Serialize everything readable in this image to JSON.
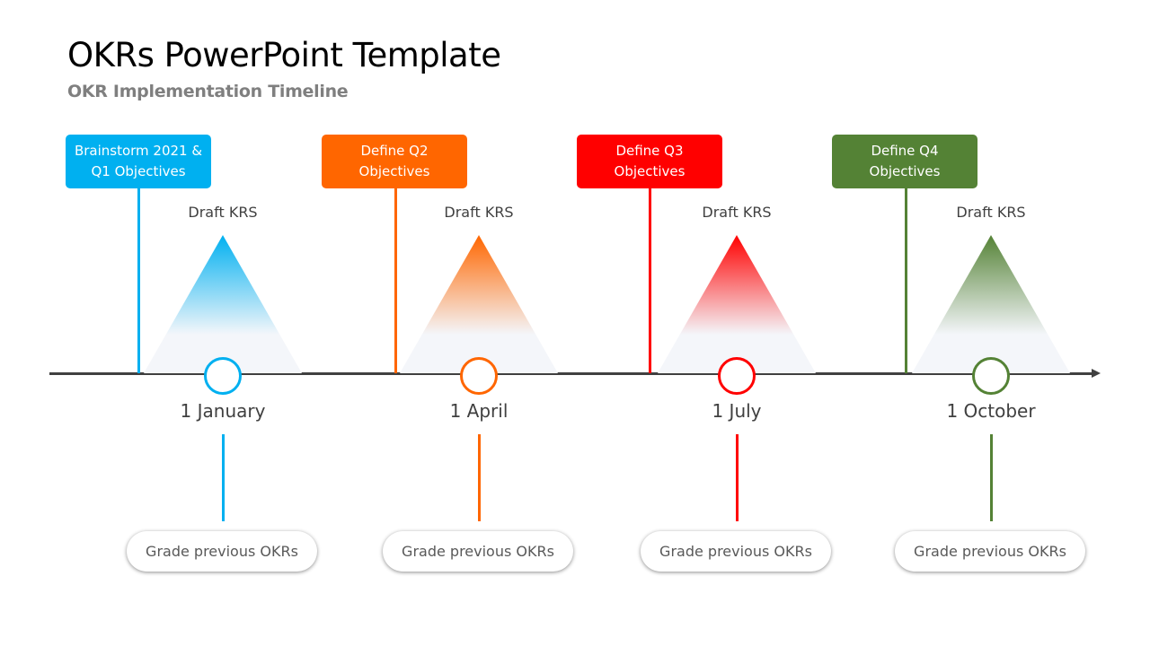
{
  "title": "OKRs PowerPoint Template",
  "subtitle": "OKR Implementation Timeline",
  "quarters": [
    {
      "objective_line1": "Brainstorm 2021 &",
      "objective_line2": "Q1 Objectives",
      "draft": "Draft KRS",
      "date": "1 January",
      "grade": "Grade previous OKRs",
      "color": "#00b0f0"
    },
    {
      "objective_line1": "Define Q2",
      "objective_line2": "Objectives",
      "draft": "Draft KRS",
      "date": "1 April",
      "grade": "Grade previous OKRs",
      "color": "#ff6600"
    },
    {
      "objective_line1": "Define Q3",
      "objective_line2": "Objectives",
      "draft": "Draft KRS",
      "date": "1 July",
      "grade": "Grade previous OKRs",
      "color": "#ff0000"
    },
    {
      "objective_line1": "Define Q4",
      "objective_line2": "Objectives",
      "draft": "Draft KRS",
      "date": "1 October",
      "grade": "Grade previous OKRs",
      "color": "#548235"
    }
  ]
}
